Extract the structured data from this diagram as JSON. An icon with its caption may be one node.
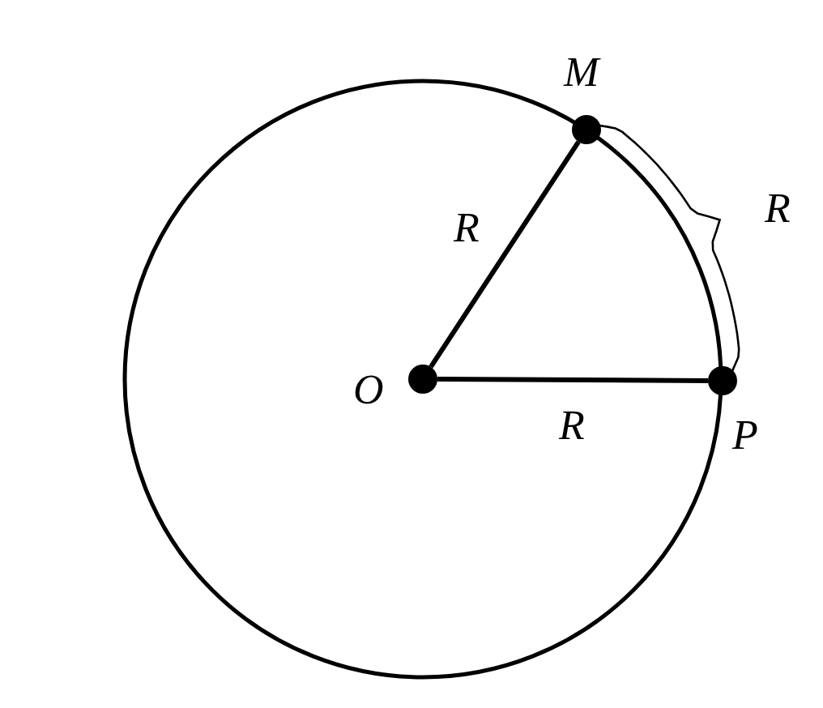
{
  "diagram": {
    "nodes": [
      {
        "text": [],
        "shape": "circle",
        "beside": [
          "M"
        ]
      },
      {
        "text": [],
        "shape": "circle",
        "beside": [
          "O"
        ]
      },
      {
        "text": [],
        "shape": "circle",
        "beside": [
          "P"
        ]
      }
    ],
    "edges": [
      {
        "from": 1,
        "to": 0,
        "arrow": "none",
        "label": "R"
      },
      {
        "from": 1,
        "to": 2,
        "arrow": "none",
        "label": "R"
      }
    ],
    "labels": [
      "R"
    ]
  }
}
